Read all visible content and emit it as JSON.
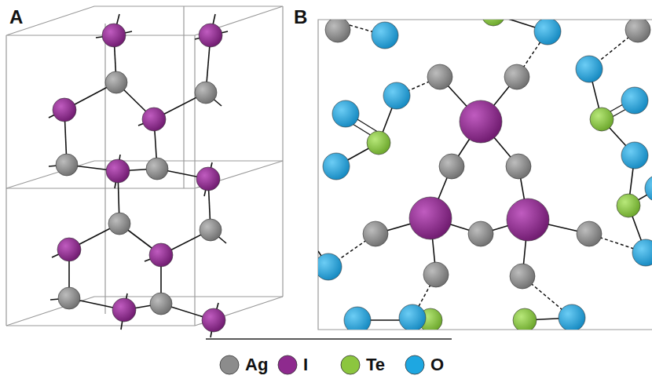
{
  "diagram": {
    "labels": [
      "A",
      "B"
    ],
    "legend": [
      {
        "text": "Ag",
        "color": "#8c8c8c"
      },
      {
        "text": "I",
        "color": "#8e2a8e"
      },
      {
        "text": "Te",
        "color": "#8cc63f"
      },
      {
        "text": "O",
        "color": "#1ea7e1"
      }
    ]
  }
}
